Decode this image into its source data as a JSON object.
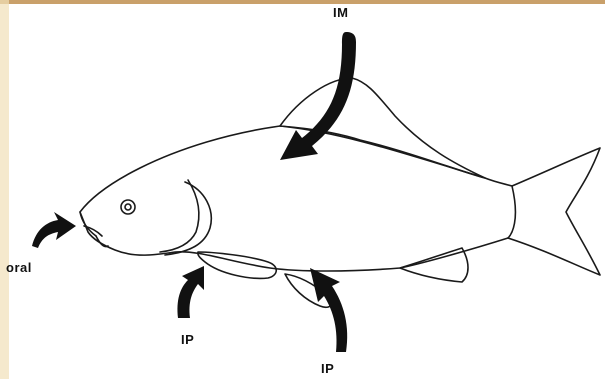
{
  "diagram": {
    "subject": "fish",
    "labels": {
      "im": "IM",
      "oral": "oral",
      "ip_pectoral": "IP",
      "ip_pelvic": "IP"
    }
  },
  "colors": {
    "background": "#ffffff",
    "outline": "#1a1a1a",
    "left_edge_accent": "#e8c98a",
    "top_edge_accent": "#c9a06a"
  },
  "icons": [
    "fish-illustration",
    "arrow-icon"
  ]
}
